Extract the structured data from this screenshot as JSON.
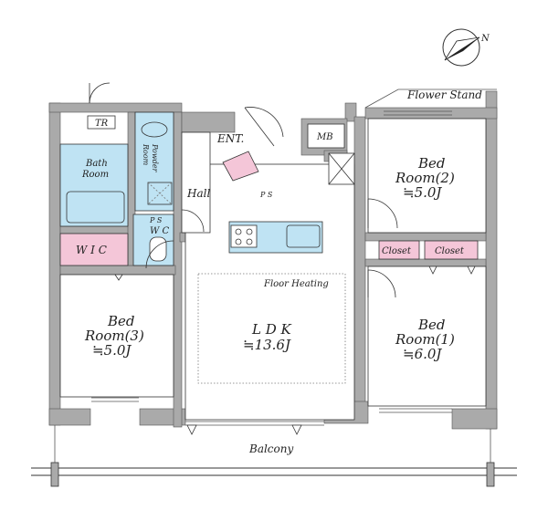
{
  "compass": {
    "label": "N",
    "icon": "north-arrow-icon"
  },
  "rooms": {
    "bed2": {
      "line1": "Bed",
      "line2": "Room(2)",
      "line3": "≒5.0J"
    },
    "bed1": {
      "line1": "Bed",
      "line2": "Room(1)",
      "line3": "≒6.0J"
    },
    "bed3": {
      "line1": "Bed",
      "line2": "Room(3)",
      "line3": "≒5.0J"
    },
    "ldk": {
      "line1": "L D K",
      "line2": "≒13.6J"
    },
    "bath": {
      "line1": "Bath",
      "line2": "Room"
    },
    "powder": {
      "line1": "Powder",
      "line2": "Room"
    }
  },
  "labels": {
    "flower_stand": "Flower Stand",
    "tr": "TR",
    "mb": "MB",
    "ent": "ENT.",
    "hall": "Hall",
    "ps_top": "P S",
    "ps_left": "P S",
    "wc": "W C",
    "wic": "W I C",
    "closet_left": "Closet",
    "closet_right": "Closet",
    "floor_heating": "Floor Heating",
    "balcony": "Balcony"
  },
  "colors": {
    "wall": "#aaaaaa",
    "wet_area": "#bfe3f3",
    "storage": "#f4c6d8",
    "outline": "#333333"
  }
}
